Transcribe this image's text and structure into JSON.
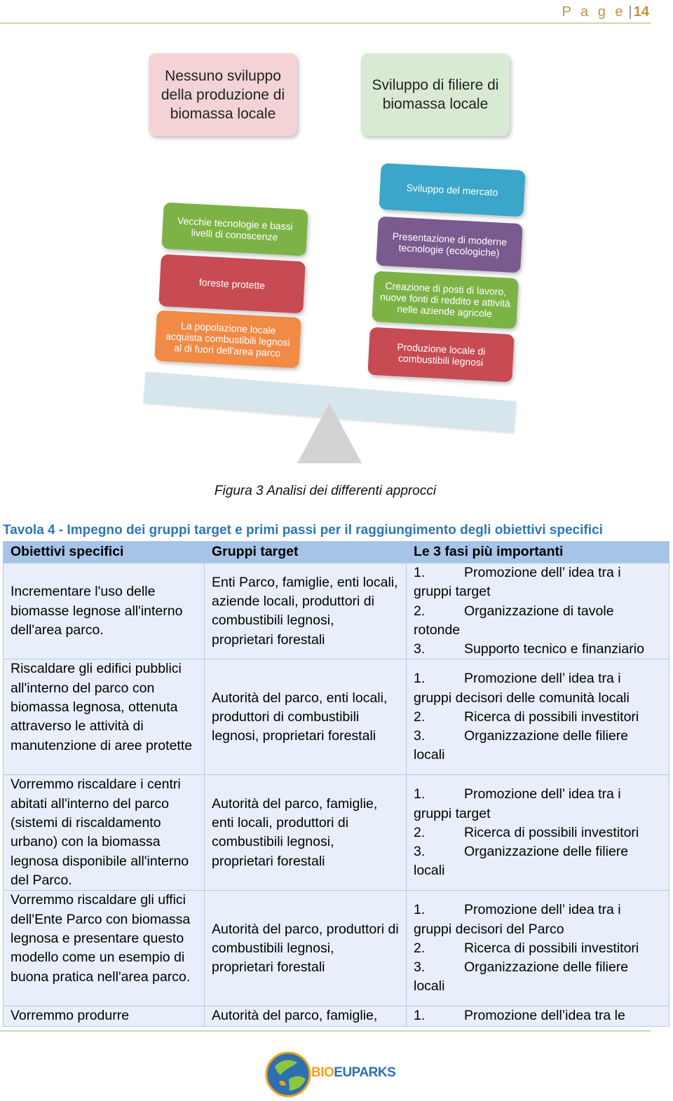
{
  "header": {
    "page_word": "P a g e",
    "page_number": "14"
  },
  "figure": {
    "top_left": "Nessuno sviluppo della produzione di biomassa locale",
    "top_right": "Sviluppo di filiere di biomassa locale",
    "left_stack": [
      "Vecchie tecnologie e bassi livelli di conoscenze",
      "foreste protette",
      "La popolazione locale acquista combustibili legnosi al di fuori dell'area parco"
    ],
    "right_stack": [
      "Sviluppo del mercato",
      "Presentazione di moderne tecnologie (ecologiche)",
      "Creazione di posti di lavoro, nuove fonti di reddito e attività nelle aziende agricole",
      "Produzione locale di combustibili legnosi"
    ],
    "caption": "Figura 3 Analisi dei differenti approcci"
  },
  "table": {
    "title": "Tavola 4 - Impegno dei gruppi target e primi passi per il raggiungimento degli obiettivi specifici",
    "headers": [
      "Obiettivi specifici",
      "Gruppi target",
      "Le 3 fasi più importanti"
    ],
    "rows": [
      {
        "objective": "Incrementare l'uso delle biomasse legnose all'interno dell'area parco.",
        "targets": "Enti Parco, famiglie, enti locali, aziende locali, produttori di combustibili legnosi, proprietari forestali",
        "steps": [
          {
            "n": "1.",
            "t": "Promozione dell’ idea tra i gruppi target"
          },
          {
            "n": "2.",
            "t": "Organizzazione di tavole rotonde"
          },
          {
            "n": "3.",
            "t": "Supporto tecnico e finanziario"
          }
        ]
      },
      {
        "objective": "Riscaldare gli edifici pubblici all'interno del parco con biomassa legnosa, ottenuta attraverso le attività di manutenzione di aree protette",
        "targets": "Autorità del parco, enti locali, produttori di combustibili legnosi, proprietari forestali",
        "steps": [
          {
            "n": "1.",
            "t": "Promozione dell’ idea tra i gruppi decisori delle comunità locali"
          },
          {
            "n": "2.",
            "t": "Ricerca di possibili investitori"
          },
          {
            "n": "3.",
            "t": "Organizzazione delle filiere locali"
          }
        ]
      },
      {
        "objective": "Vorremmo riscaldare i centri abitati all'interno del parco (sistemi di riscaldamento urbano) con la biomassa legnosa disponibile all'interno del Parco.",
        "targets": "Autorità del parco, famiglie, enti locali, produttori di combustibili legnosi, proprietari forestali",
        "steps": [
          {
            "n": "1.",
            "t": "Promozione dell’ idea tra i gruppi target"
          },
          {
            "n": "2.",
            "t": "Ricerca di possibili investitori"
          },
          {
            "n": "3.",
            "t": "Organizzazione delle filiere locali"
          }
        ]
      },
      {
        "objective": "Vorremmo  riscaldare gli uffici dell'Ente Parco con biomassa legnosa e presentare questo modello come un esempio di buona pratica nell'area parco.",
        "targets": "Autorità del parco, produttori di combustibili legnosi, proprietari forestali",
        "steps": [
          {
            "n": "1.",
            "t": "Promozione dell’ idea tra i gruppi decisori del Parco"
          },
          {
            "n": "2.",
            "t": "Ricerca di possibili investitori"
          },
          {
            "n": "3.",
            "t": "Organizzazione delle filiere locali"
          }
        ]
      },
      {
        "objective": "Vorremmo produrre",
        "targets": "Autorità del parco, famiglie,",
        "steps": [
          {
            "n": "1.",
            "t": "Promozione dell’idea tra le"
          }
        ]
      }
    ]
  },
  "footer": {
    "logo_part1": "BIO",
    "logo_part2": "EUPARKS"
  }
}
